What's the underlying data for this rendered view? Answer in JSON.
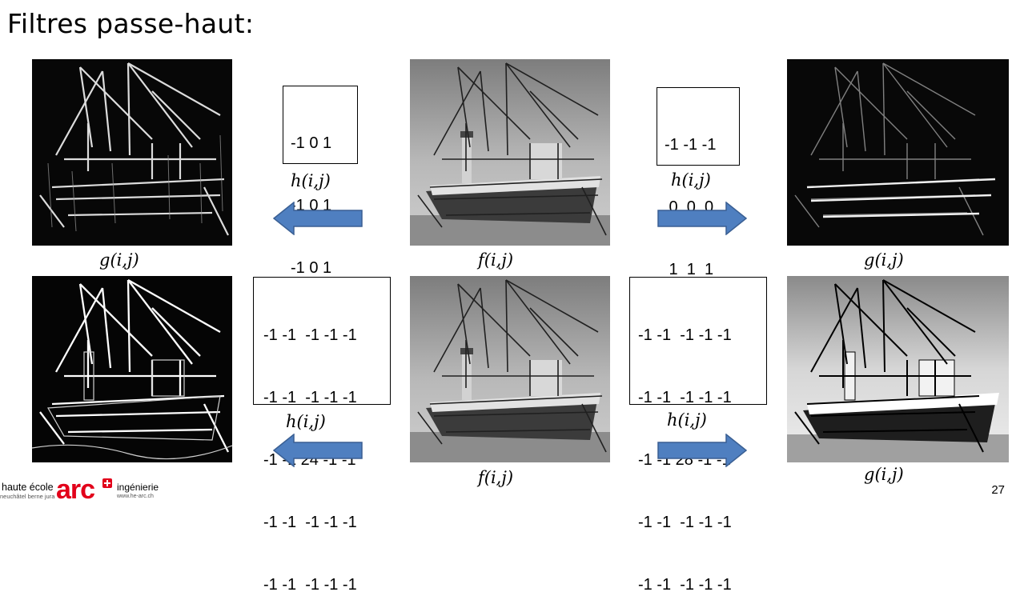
{
  "title": "Filtres passe-haut:",
  "labels": {
    "g": "g(i,j)",
    "f": "f(i,j)",
    "h": "h(i,j)"
  },
  "kernels": {
    "vertical": [
      "-1 0 1",
      "-1 0 1",
      "-1 0 1"
    ],
    "horizontal": [
      "-1 -1 -1",
      " 0  0  0",
      " 1  1  1"
    ],
    "laplace24": [
      "-1 -1  -1 -1 -1",
      "-1 -1  -1 -1 -1",
      "-1 -1 24 -1 -1",
      "-1 -1  -1 -1 -1",
      "-1 -1  -1 -1 -1"
    ],
    "laplace28": [
      "-1 -1  -1 -1 -1",
      "-1 -1  -1 -1 -1",
      "-1 -1 28 -1 -1",
      "-1 -1  -1 -1 -1",
      "-1 -1  -1 -1 -1"
    ]
  },
  "colors": {
    "arrow_fill": "#4f7fc0",
    "arrow_stroke": "#3a5f93",
    "logo_red": "#e2001a"
  },
  "icons": {
    "arrow_left": "arrow-left-icon",
    "arrow_right": "arrow-right-icon"
  },
  "logo": {
    "line1": "haute école",
    "line2": "neuchâtel berne jura",
    "brand": "arc",
    "sub": "ingénierie",
    "url": "www.he-arc.ch"
  },
  "page_number": "27"
}
